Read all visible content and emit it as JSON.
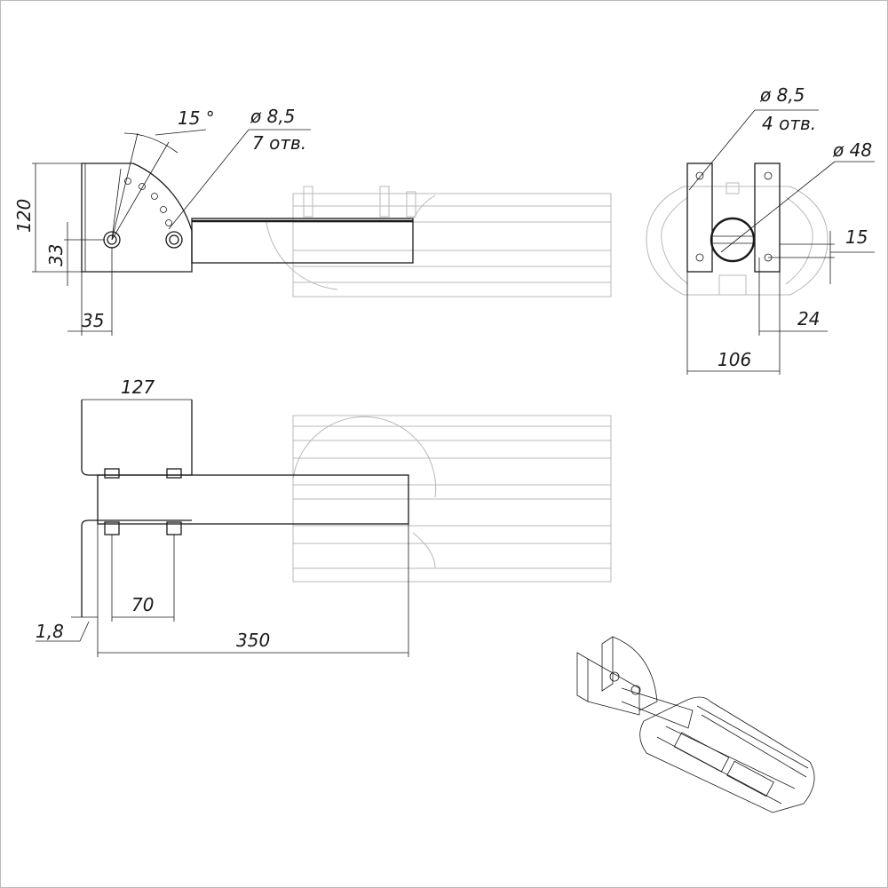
{
  "side_view": {
    "angle": "15 °",
    "hole_diameter": "ø 8,5",
    "hole_count": "7 отв.",
    "height": "120",
    "bolt_height": "33",
    "bolt_offset": "35"
  },
  "end_view": {
    "hole_diameter": "ø 8,5",
    "hole_count": "4 отв.",
    "pipe_diameter": "ø 48",
    "hole_edge": "15",
    "hole_spacing": "24",
    "width": "106"
  },
  "top_view": {
    "bracket_width": "127",
    "bolt_spacing": "70",
    "thickness": "1,8",
    "arm_length": "350"
  }
}
